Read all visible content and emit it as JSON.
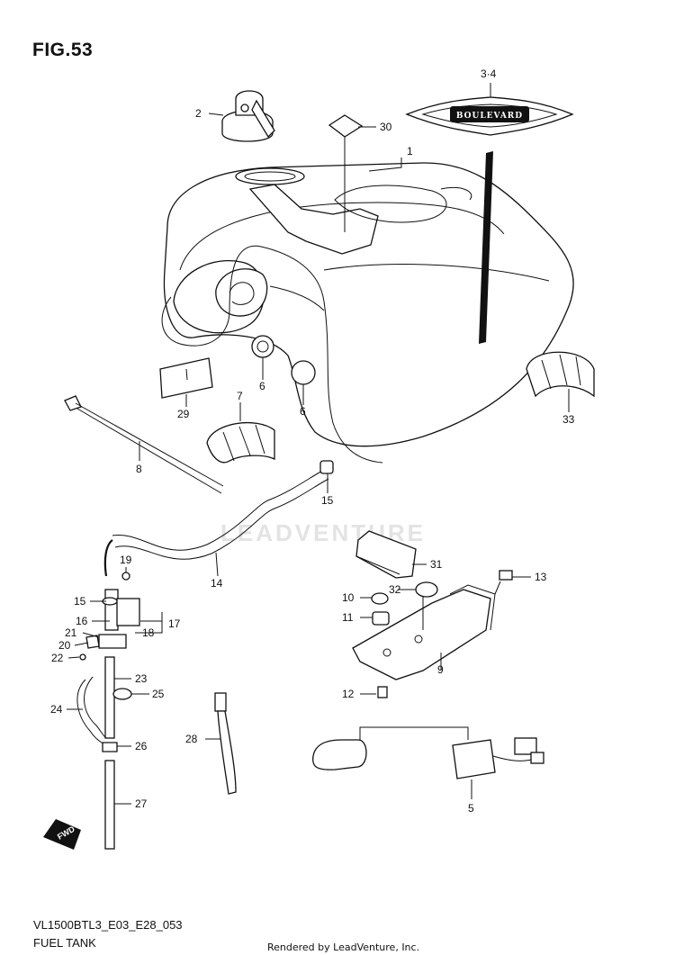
{
  "figure": {
    "title": "FIG.53",
    "model_code": "VL1500BTL3_E03_E28_053",
    "caption": "FUEL TANK",
    "credit": "Rendered by LeadVenture, Inc.",
    "watermark": "LEADVENTURE",
    "emblem_text": "BOULEVARD",
    "fwd_text": "FWD"
  },
  "callouts": [
    {
      "id": "c-1",
      "label": "1"
    },
    {
      "id": "c-2",
      "label": "2"
    },
    {
      "id": "c-3-4",
      "label": "3·4"
    },
    {
      "id": "c-30",
      "label": "30"
    },
    {
      "id": "c-6a",
      "label": "6"
    },
    {
      "id": "c-6b",
      "label": "6"
    },
    {
      "id": "c-7",
      "label": "7"
    },
    {
      "id": "c-29",
      "label": "29"
    },
    {
      "id": "c-33",
      "label": "33"
    },
    {
      "id": "c-8",
      "label": "8"
    },
    {
      "id": "c-15a",
      "label": "15"
    },
    {
      "id": "c-14",
      "label": "14"
    },
    {
      "id": "c-19",
      "label": "19"
    },
    {
      "id": "c-15b",
      "label": "15"
    },
    {
      "id": "c-16",
      "label": "16"
    },
    {
      "id": "c-17",
      "label": "17"
    },
    {
      "id": "c-21",
      "label": "21"
    },
    {
      "id": "c-18",
      "label": "18"
    },
    {
      "id": "c-20",
      "label": "20"
    },
    {
      "id": "c-22",
      "label": "22"
    },
    {
      "id": "c-23",
      "label": "23"
    },
    {
      "id": "c-25",
      "label": "25"
    },
    {
      "id": "c-24",
      "label": "24"
    },
    {
      "id": "c-26",
      "label": "26"
    },
    {
      "id": "c-27",
      "label": "27"
    },
    {
      "id": "c-28",
      "label": "28"
    },
    {
      "id": "c-31",
      "label": "31"
    },
    {
      "id": "c-13",
      "label": "13"
    },
    {
      "id": "c-10",
      "label": "10"
    },
    {
      "id": "c-32",
      "label": "32"
    },
    {
      "id": "c-11",
      "label": "11"
    },
    {
      "id": "c-9",
      "label": "9"
    },
    {
      "id": "c-12",
      "label": "12"
    },
    {
      "id": "c-5",
      "label": "5"
    }
  ]
}
